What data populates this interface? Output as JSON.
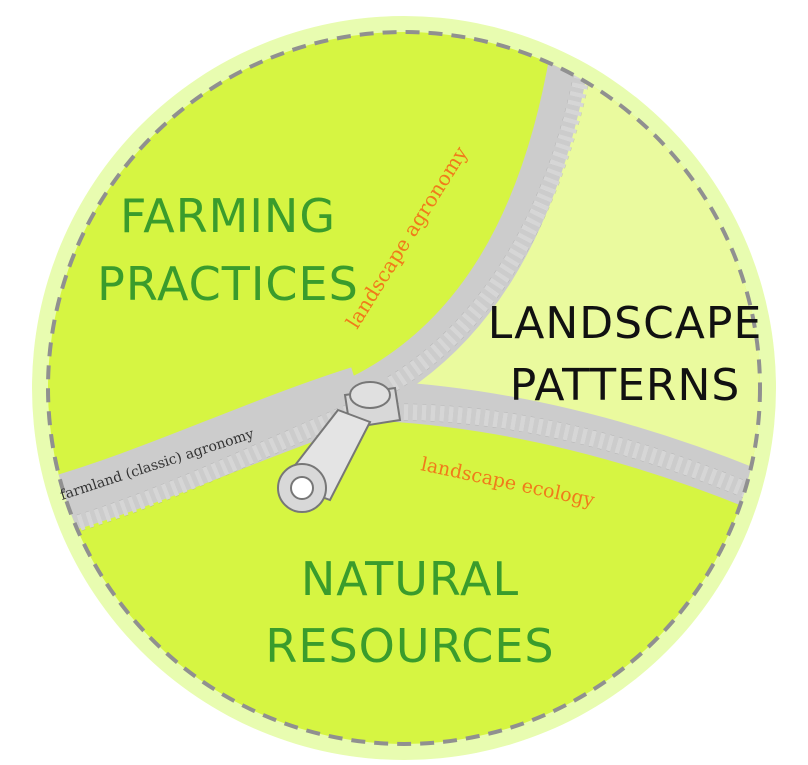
{
  "colors": {
    "outer_ring": "#e8fcb0",
    "dashed_border": "#909090",
    "region_bright": "#d6f542",
    "region_pale": "#eafa9e",
    "zipper_tape": "#cccccc",
    "zipper_teeth": "#ffffff",
    "title_green": "#3a9c2c",
    "title_black": "#111111",
    "label_orange": "#f07a1a"
  },
  "regions": {
    "farming": {
      "line1": "FARMING",
      "line2": "PRACTICES"
    },
    "landscape": {
      "line1": "LANDSCAPE",
      "line2": "PATTERNS"
    },
    "natural": {
      "line1": "NATURAL",
      "line2": "RESOURCES"
    }
  },
  "seam_labels": {
    "landscape_agronomy": "landscape agronomy",
    "farmland_agronomy": "farmland (classic) agronomy",
    "landscape_ecology": "landscape ecology"
  },
  "icons": {
    "zipper_pull": "zipper-pull-icon"
  }
}
